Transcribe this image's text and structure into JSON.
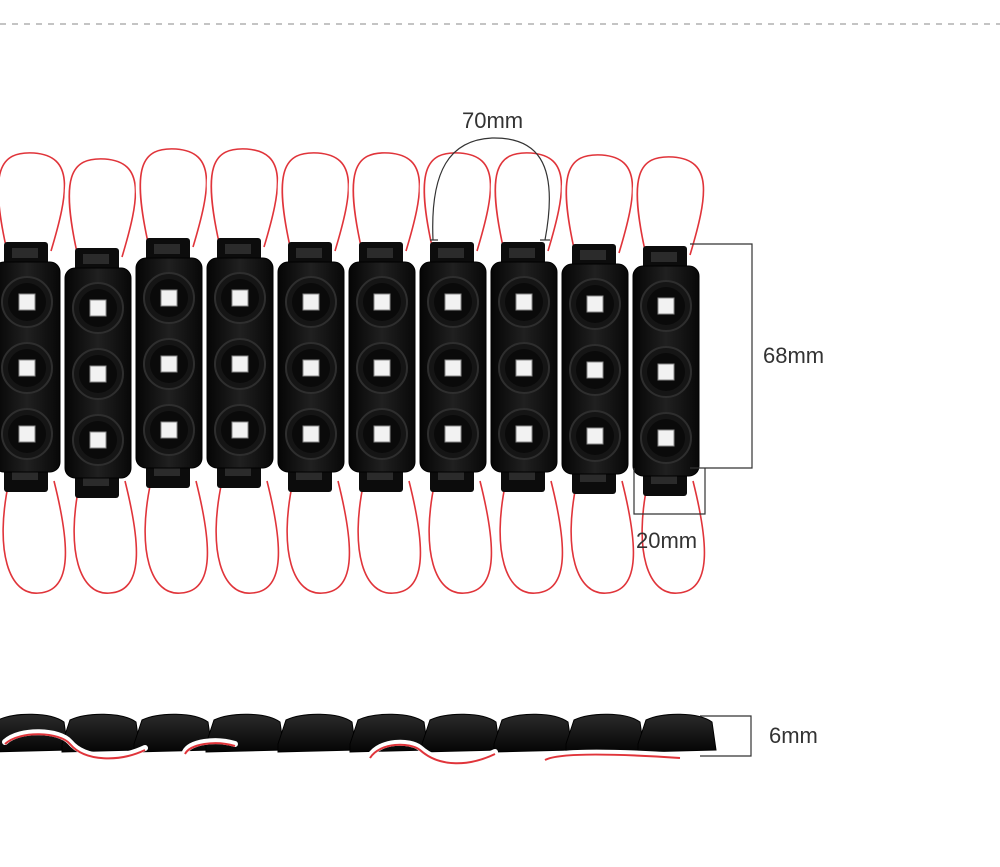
{
  "dimensions": {
    "cable_length": "70mm",
    "module_height": "68mm",
    "module_width": "20mm",
    "module_thickness": "6mm"
  },
  "product": {
    "module_count_visible": 10,
    "leds_per_module": 3,
    "body_color": "#111111",
    "wire_colors": [
      "#ffffff",
      "#e0343a"
    ]
  }
}
